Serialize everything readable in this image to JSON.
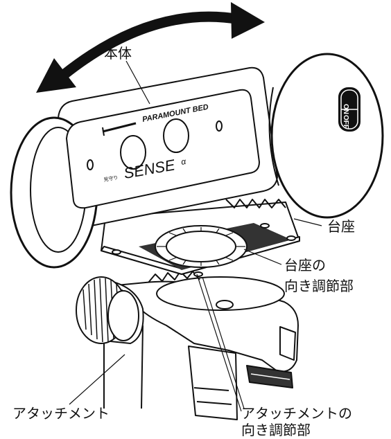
{
  "colors": {
    "line": "#111111",
    "fill": "#ffffff",
    "shade": "#333333"
  },
  "device": {
    "brand": "PARAMOUNT BED",
    "logo_prefix": "見守り",
    "logo_name": "SENSE",
    "logo_suffix": "α",
    "switch_on": "ON",
    "switch_off": "OFF"
  },
  "labels": {
    "body": "本体",
    "base": "台座",
    "base_orientation_line1": "台座の",
    "base_orientation_line2": "向き調節部",
    "attachment": "アタッチメント",
    "attachment_orientation_line1": "アタッチメントの",
    "attachment_orientation_line2": "向き調節部"
  },
  "icons": {
    "rotation": "double-headed-curved-arrow-icon"
  }
}
